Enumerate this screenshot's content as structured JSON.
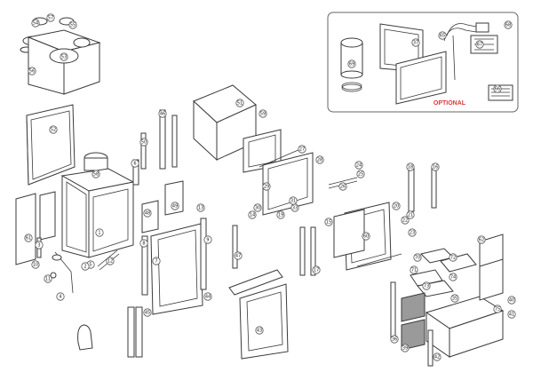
{
  "optional_label": "OPTIONAL",
  "colors": {
    "optional": "#d83a3a",
    "line": "#3a3a3a",
    "background": "#ffffff"
  },
  "balloons": [
    {
      "id": "b57",
      "text": "57"
    },
    {
      "id": "b55",
      "text": "55"
    },
    {
      "id": "b54",
      "text": "54"
    },
    {
      "id": "b53",
      "text": "53"
    },
    {
      "id": "b56",
      "text": "56"
    },
    {
      "id": "b52",
      "text": "52"
    },
    {
      "id": "b1",
      "text": "1"
    },
    {
      "id": "b61",
      "text": "61"
    },
    {
      "id": "b51",
      "text": "51"
    },
    {
      "id": "b50",
      "text": "50"
    },
    {
      "id": "b49",
      "text": "49"
    },
    {
      "id": "b48",
      "text": "48"
    },
    {
      "id": "b44",
      "text": "44"
    },
    {
      "id": "b47",
      "text": "47"
    },
    {
      "id": "b46",
      "text": "46"
    },
    {
      "id": "b45",
      "text": "45"
    },
    {
      "id": "b43",
      "text": "43"
    },
    {
      "id": "b42",
      "text": "42"
    },
    {
      "id": "b41",
      "text": "41"
    },
    {
      "id": "b40",
      "text": "40"
    },
    {
      "id": "b39",
      "text": "39"
    },
    {
      "id": "b37",
      "text": "37"
    },
    {
      "id": "b36",
      "text": "36"
    },
    {
      "id": "b35",
      "text": "35"
    },
    {
      "id": "b33",
      "text": "33"
    },
    {
      "id": "b31",
      "text": "31"
    },
    {
      "id": "b30",
      "text": "30"
    },
    {
      "id": "b29",
      "text": "29"
    },
    {
      "id": "b28",
      "text": "28"
    },
    {
      "id": "b27",
      "text": "27"
    },
    {
      "id": "b26",
      "text": "26"
    },
    {
      "id": "b25",
      "text": "25"
    },
    {
      "id": "b24",
      "text": "24"
    },
    {
      "id": "b23",
      "text": "23"
    },
    {
      "id": "b22",
      "text": "22"
    },
    {
      "id": "b21",
      "text": "21"
    },
    {
      "id": "b20",
      "text": "20"
    },
    {
      "id": "b19",
      "text": "19"
    },
    {
      "id": "b18",
      "text": "18"
    },
    {
      "id": "b17",
      "text": "17"
    },
    {
      "id": "b16",
      "text": "16"
    },
    {
      "id": "b15",
      "text": "15"
    },
    {
      "id": "b14",
      "text": "14"
    },
    {
      "id": "b13",
      "text": "13"
    },
    {
      "id": "b12",
      "text": "12"
    },
    {
      "id": "b11",
      "text": "11"
    },
    {
      "id": "b10",
      "text": "10"
    },
    {
      "id": "b9",
      "text": "9"
    },
    {
      "id": "b8",
      "text": "8"
    },
    {
      "id": "b7",
      "text": "7"
    },
    {
      "id": "b6",
      "text": "6"
    },
    {
      "id": "b5",
      "text": "5"
    },
    {
      "id": "b4",
      "text": "4"
    },
    {
      "id": "b3",
      "text": "3"
    },
    {
      "id": "b2",
      "text": "2"
    },
    {
      "id": "b60",
      "text": "60"
    },
    {
      "id": "b59",
      "text": "59"
    },
    {
      "id": "b58",
      "text": "58"
    },
    {
      "id": "b62",
      "text": "62"
    },
    {
      "id": "b65",
      "text": "65"
    },
    {
      "id": "b66",
      "text": "66"
    },
    {
      "id": "b67",
      "text": "67"
    },
    {
      "id": "b68",
      "text": "68"
    },
    {
      "id": "b69",
      "text": "69"
    },
    {
      "id": "b70",
      "text": "70"
    },
    {
      "id": "b71",
      "text": "71"
    },
    {
      "id": "b72",
      "text": "72"
    },
    {
      "id": "b73",
      "text": "73"
    },
    {
      "id": "b74",
      "text": "74"
    },
    {
      "id": "b75",
      "text": "75"
    }
  ]
}
